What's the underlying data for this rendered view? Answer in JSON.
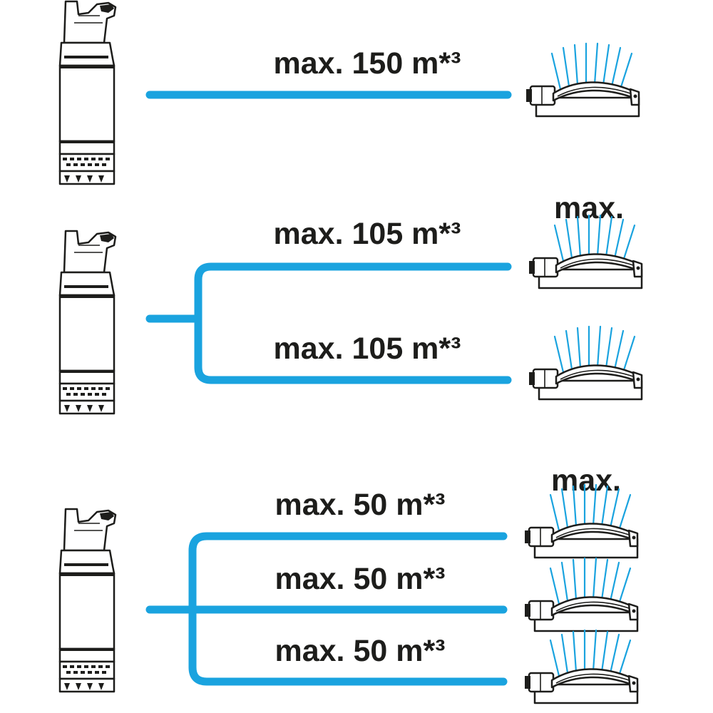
{
  "colors": {
    "hose": "#1aa3df",
    "spray": "#1aa3df",
    "ink": "#1d1d1b"
  },
  "icons": {
    "pump": "submersible-pump-icon",
    "sprinkler": "oscillating-sprinkler-icon"
  },
  "scenarios": [
    {
      "hoses": [
        {
          "label": "max. 150 m*³"
        }
      ],
      "sprinkler_caption": ""
    },
    {
      "hoses": [
        {
          "label": "max. 105 m*³"
        },
        {
          "label": "max. 105 m*³"
        }
      ],
      "sprinkler_caption": "max."
    },
    {
      "hoses": [
        {
          "label": "max. 50 m*³"
        },
        {
          "label": "max. 50 m*³"
        },
        {
          "label": "max. 50 m*³"
        }
      ],
      "sprinkler_caption": "max."
    }
  ]
}
